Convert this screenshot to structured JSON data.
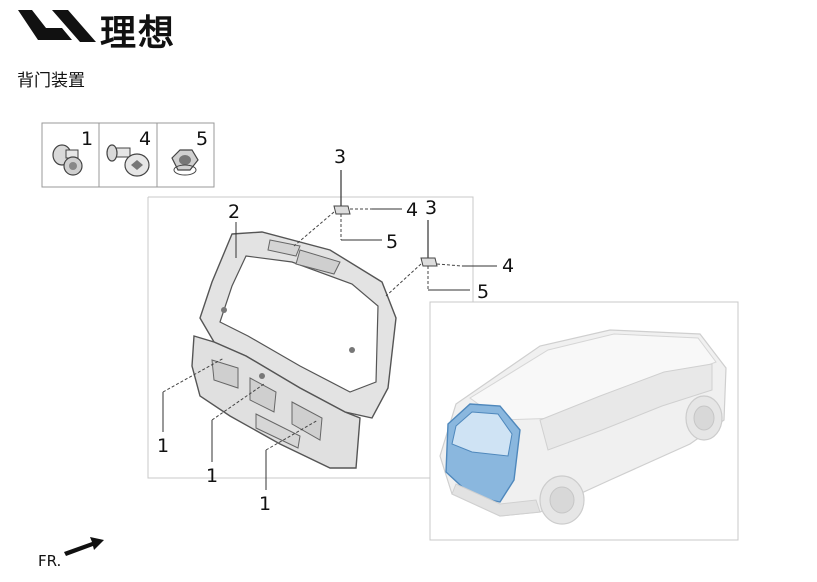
{
  "brand": {
    "name": "理想",
    "logo_icon": "li-auto-logo-icon"
  },
  "page": {
    "subtitle": "背门装置",
    "direction_label": "FR."
  },
  "legend": [
    {
      "label": "1",
      "icon": "flange-bolt-icon"
    },
    {
      "label": "4",
      "icon": "torx-screw-icon"
    },
    {
      "label": "5",
      "icon": "hex-nut-icon"
    }
  ],
  "callouts": {
    "tailgate": "2",
    "bracket_left_top": "3",
    "bracket_left_screw": "4",
    "bracket_left_nut": "5",
    "bracket_right_top": "3",
    "bracket_right_screw": "4",
    "bracket_right_nut": "5",
    "bolt_a": "1",
    "bolt_b": "1",
    "bolt_c": "1"
  },
  "colors": {
    "highlight": "#5b9bd5",
    "line": "#333333",
    "part": "#e6e6e6"
  }
}
